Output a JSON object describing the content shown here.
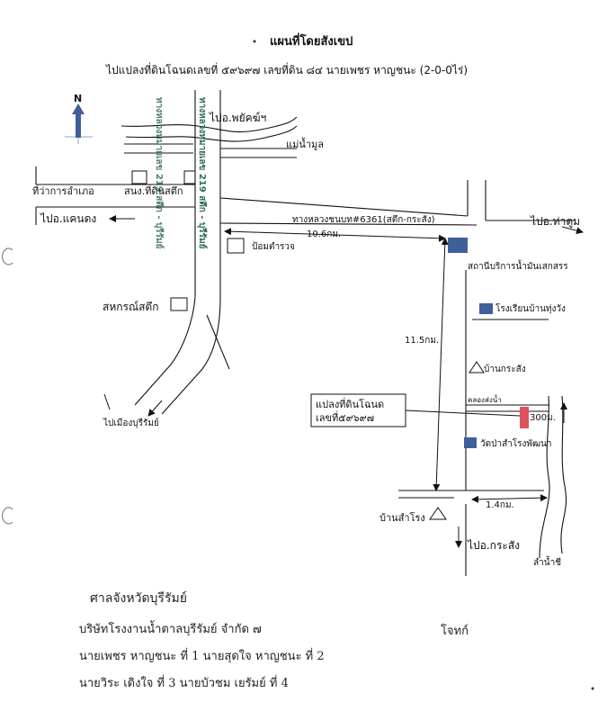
{
  "header": {
    "title": "แผนที่โดยสังเขป",
    "subtitle": "ไปแปลงที่ดินโฉนดเลขที่ ๕๙๖๙๗ เลขที่ดิน ๘๔ นายเพชร หาญชนะ (2-0-0ไร่)"
  },
  "compass": {
    "label": "N"
  },
  "labels": {
    "to_phayakkhaphum": "ไปอ.พยัคฆ์ฯ",
    "mun_river": "แม่น้ำมูล",
    "district_office": "ที่ว่าการอำเภอ",
    "land_office": "สนง.ที่ดินสตึก",
    "to_khaen_dong": "ไปอ.แคนดง",
    "to_tha_tum": "ไปอ.ท่าตูม",
    "highway": "ทางหลวงชนบท#6361(สตึก-กระสัง)",
    "dist_10_6": "10.6กม.",
    "police_booth": "ป้อมตำรวจ",
    "gas_station": "สถานีบริการน้ำมันเสกสรร",
    "cooperative": "สหกรณ์สตึก",
    "school": "โรงเรียนบ้านทุ่งวัง",
    "dist_11_5": "11.5กม.",
    "ban_krasang": "บ้านกระสัง",
    "canal": "คลองส่งน้ำ",
    "parcel_box_line1": "แปลงที่ดินโฉนด",
    "parcel_box_line2": "เลขที่๕๙๖๙๗",
    "dist_300m": "300ม.",
    "temple": "วัดป่าสำโรงพัฒนา",
    "to_buriram": "ไปเมืองบุรีรัมย์",
    "dist_1_4": "1.4กม.",
    "ban_samrong": "บ้านสำโรง",
    "to_krasang": "ไปอ.กระสัง",
    "stream": "ลำน้ำชี",
    "road_vertical_right": "ทางหลวงหมายเลข 219 สตึก - บุรีรัมย์",
    "road_vertical_left": "ทางหลวงหมายเลข 219 สตึก - บุรีรัมย์"
  },
  "footer": {
    "court": "ศาลจังหวัดบุรีรัมย์",
    "company": "บริษัทโรงงานน้ำตาลบุรีรัมย์ จำกัด ๗",
    "plaintiff": "โจทก์",
    "defendants_1": "นายเพชร หาญชนะ ที่ 1 นายสุดใจ หาญชนะ ที่ 2",
    "defendants_2": "นายวิระ เดิงใจ ที่ 3 นายบัวชม เยรัมย์ ที่ 4"
  },
  "colors": {
    "ink": "#111111",
    "marker_blue": "#3f5f99",
    "parcel_red": "#e0535e",
    "road_text_green": "#2f6b58"
  }
}
